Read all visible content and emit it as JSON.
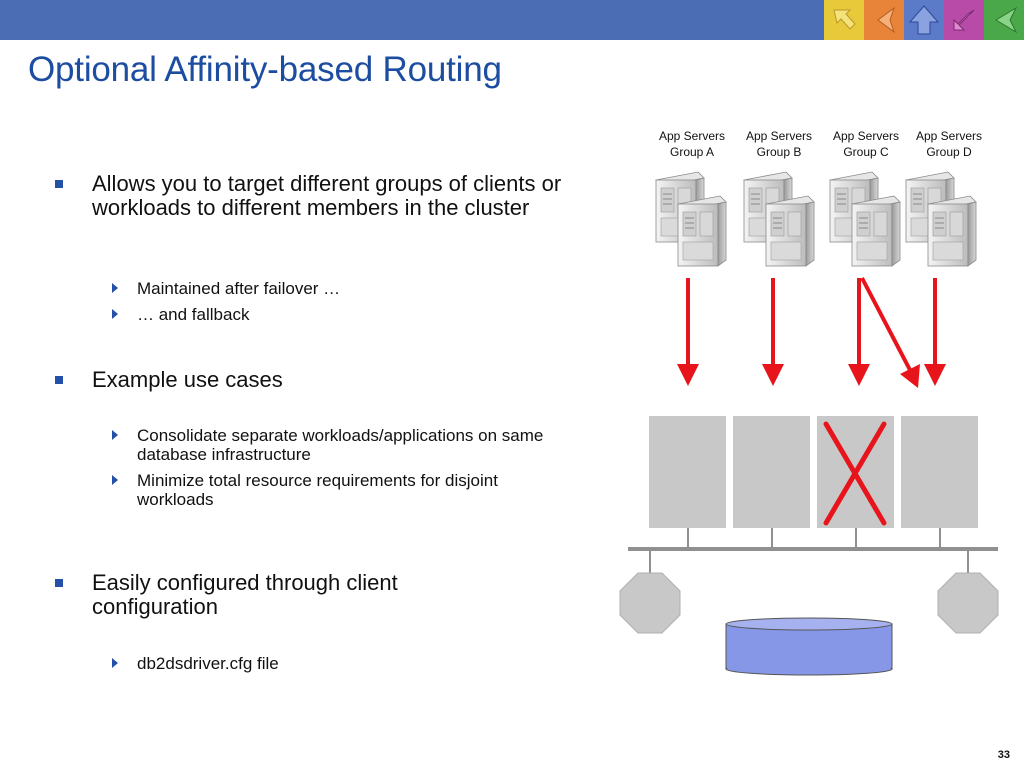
{
  "slide": {
    "title": "Optional Affinity-based Routing",
    "page_number": "33"
  },
  "bullets": [
    {
      "text": "Allows you to target different groups of clients or workloads to different  members in the cluster",
      "sub": [
        "Maintained after failover …",
        "… and fallback"
      ]
    },
    {
      "text": "Example use cases",
      "sub": [
        "Consolidate separate workloads/applications on same database infrastructure",
        "Minimize total resource requirements for disjoint workloads"
      ]
    },
    {
      "text": "Easily configured through client configuration",
      "sub": [
        "db2dsdriver.cfg file"
      ]
    }
  ],
  "diagram": {
    "groups": [
      {
        "line1": "App Servers",
        "line2": "Group A"
      },
      {
        "line1": "App Servers",
        "line2": "Group B"
      },
      {
        "line1": "App Servers",
        "line2": "Group C"
      },
      {
        "line1": "App Servers",
        "line2": "Group D"
      }
    ]
  },
  "colors": {
    "topbar": "#4a6db4",
    "title": "#1d4da1",
    "bullet": "#2450a8",
    "arrow": "#e8141c",
    "member": "#c8c8c8",
    "storage": "#8797e8"
  },
  "icons": [
    "arrow-nw-icon",
    "arrow-left-icon",
    "arrow-up-icon",
    "arrow-sw-icon",
    "arrow-back-icon"
  ]
}
